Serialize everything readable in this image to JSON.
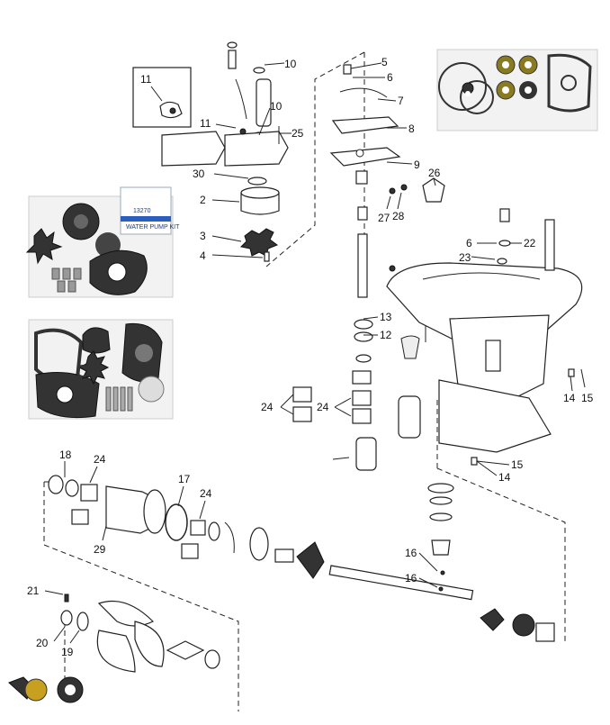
{
  "kit_box": {
    "number": "13270",
    "line": "WATER PUMP KIT"
  },
  "callouts": [
    {
      "id": "c10a",
      "text": "10"
    },
    {
      "id": "c11a",
      "text": "11"
    },
    {
      "id": "c10b",
      "text": "10"
    },
    {
      "id": "c11b",
      "text": "11"
    },
    {
      "id": "c25",
      "text": "25"
    },
    {
      "id": "c30",
      "text": "30"
    },
    {
      "id": "c2",
      "text": "2"
    },
    {
      "id": "c3",
      "text": "3"
    },
    {
      "id": "c4",
      "text": "4"
    },
    {
      "id": "c5",
      "text": "5"
    },
    {
      "id": "c6a",
      "text": "6"
    },
    {
      "id": "c7",
      "text": "7"
    },
    {
      "id": "c8",
      "text": "8"
    },
    {
      "id": "c9",
      "text": "9"
    },
    {
      "id": "c26",
      "text": "26"
    },
    {
      "id": "c27",
      "text": "27"
    },
    {
      "id": "c28",
      "text": "28"
    },
    {
      "id": "c6b",
      "text": "6"
    },
    {
      "id": "c22",
      "text": "22"
    },
    {
      "id": "c23",
      "text": "23"
    },
    {
      "id": "c13",
      "text": "13"
    },
    {
      "id": "c12",
      "text": "12"
    },
    {
      "id": "c24a",
      "text": "24"
    },
    {
      "id": "c24b",
      "text": "24"
    },
    {
      "id": "c14a",
      "text": "14"
    },
    {
      "id": "c15a",
      "text": "15"
    },
    {
      "id": "c15b",
      "text": "15"
    },
    {
      "id": "c14b",
      "text": "14"
    },
    {
      "id": "c18",
      "text": "18"
    },
    {
      "id": "c24c",
      "text": "24"
    },
    {
      "id": "c17",
      "text": "17"
    },
    {
      "id": "c24d",
      "text": "24"
    },
    {
      "id": "c29",
      "text": "29"
    },
    {
      "id": "c16a",
      "text": "16"
    },
    {
      "id": "c16b",
      "text": "16"
    },
    {
      "id": "c21",
      "text": "21"
    },
    {
      "id": "c20",
      "text": "20"
    },
    {
      "id": "c19",
      "text": "19"
    }
  ]
}
